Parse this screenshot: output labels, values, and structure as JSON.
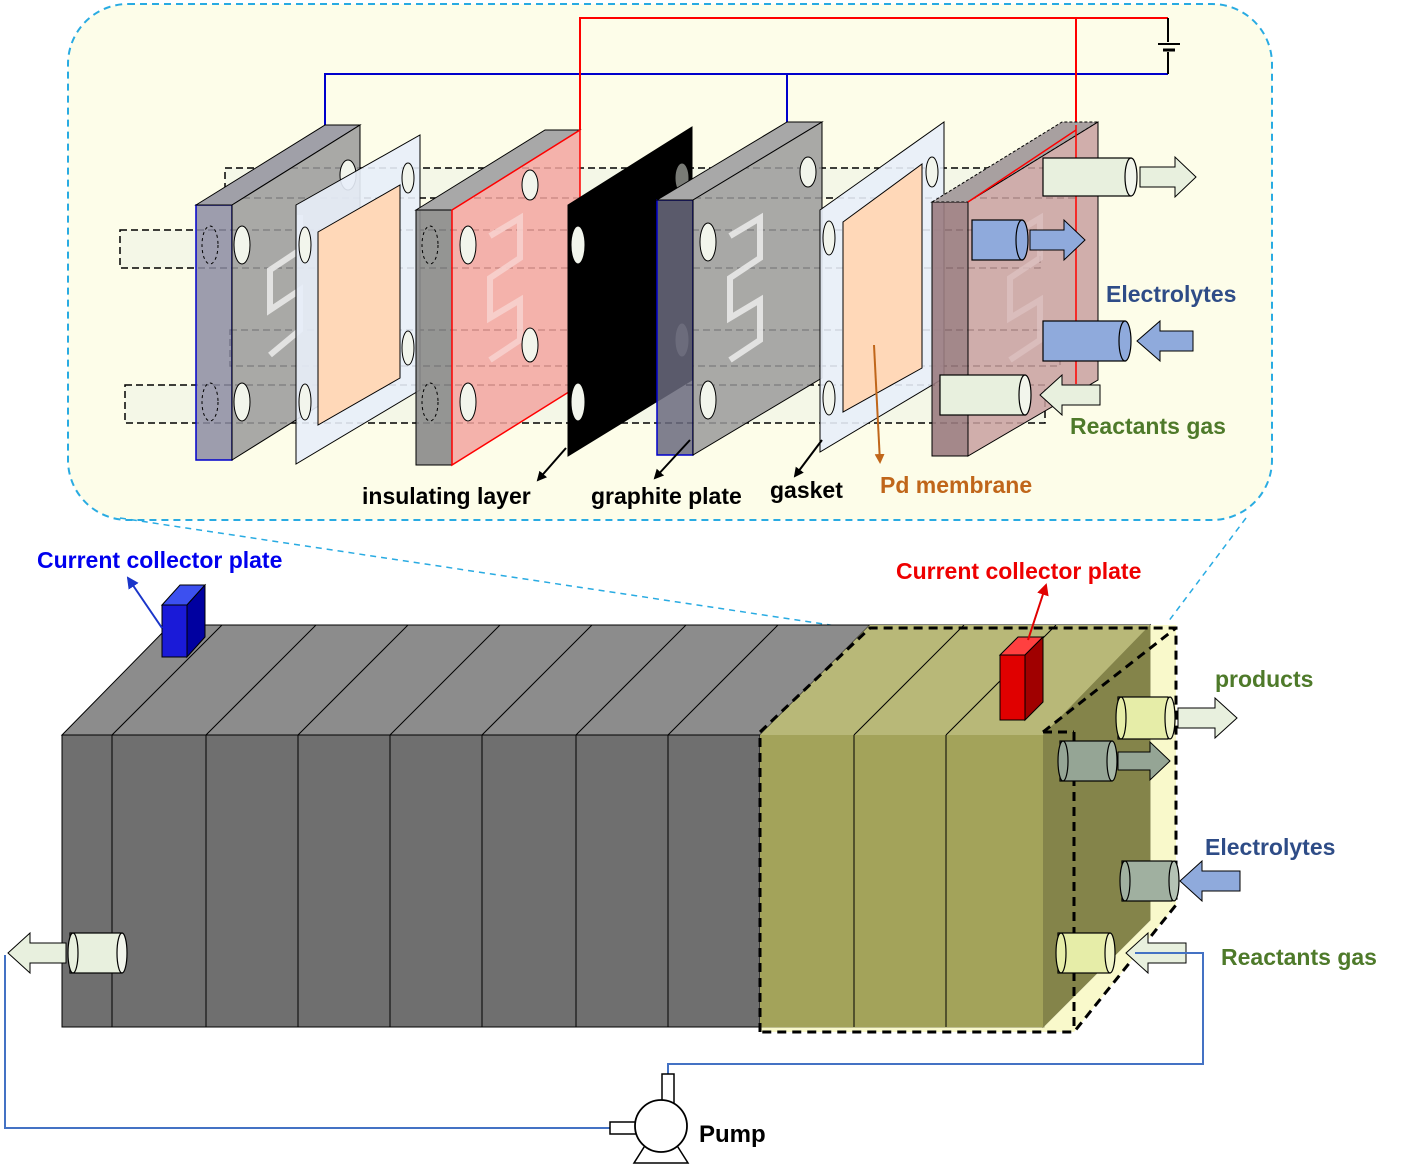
{
  "labels": {
    "electrolytes_top": "Electrolytes",
    "reactants_gas_top": "Reactants gas",
    "insulating_layer": "insulating layer",
    "graphite_plate": "graphite plate",
    "gasket": "gasket",
    "pd_membrane": "Pd membrane",
    "current_collector_left": "Current collector plate",
    "current_collector_right": "Current collector plate",
    "products": "products",
    "electrolytes_bottom": "Electrolytes",
    "reactants_gas_bottom": "Reactants gas",
    "pump": "Pump"
  },
  "colors": {
    "inset_background": "#fdfde9",
    "inset_border": "#29abe2",
    "wire_blue": "#0000cc",
    "wire_red": "#ff0000",
    "label_blue": "#2e4c87",
    "label_green": "#4e7a2a",
    "label_orange": "#c0661a",
    "label_bright_blue": "#0000ee",
    "label_red": "#ee0000",
    "stack_front": "#6f6f6f",
    "stack_top": "#8c8c8c",
    "stack_highlight": "#a3a35a",
    "electrolyte_pipe": "#8faadc",
    "gas_pipe": "#e8f0de",
    "pump_line": "#4472c4"
  }
}
